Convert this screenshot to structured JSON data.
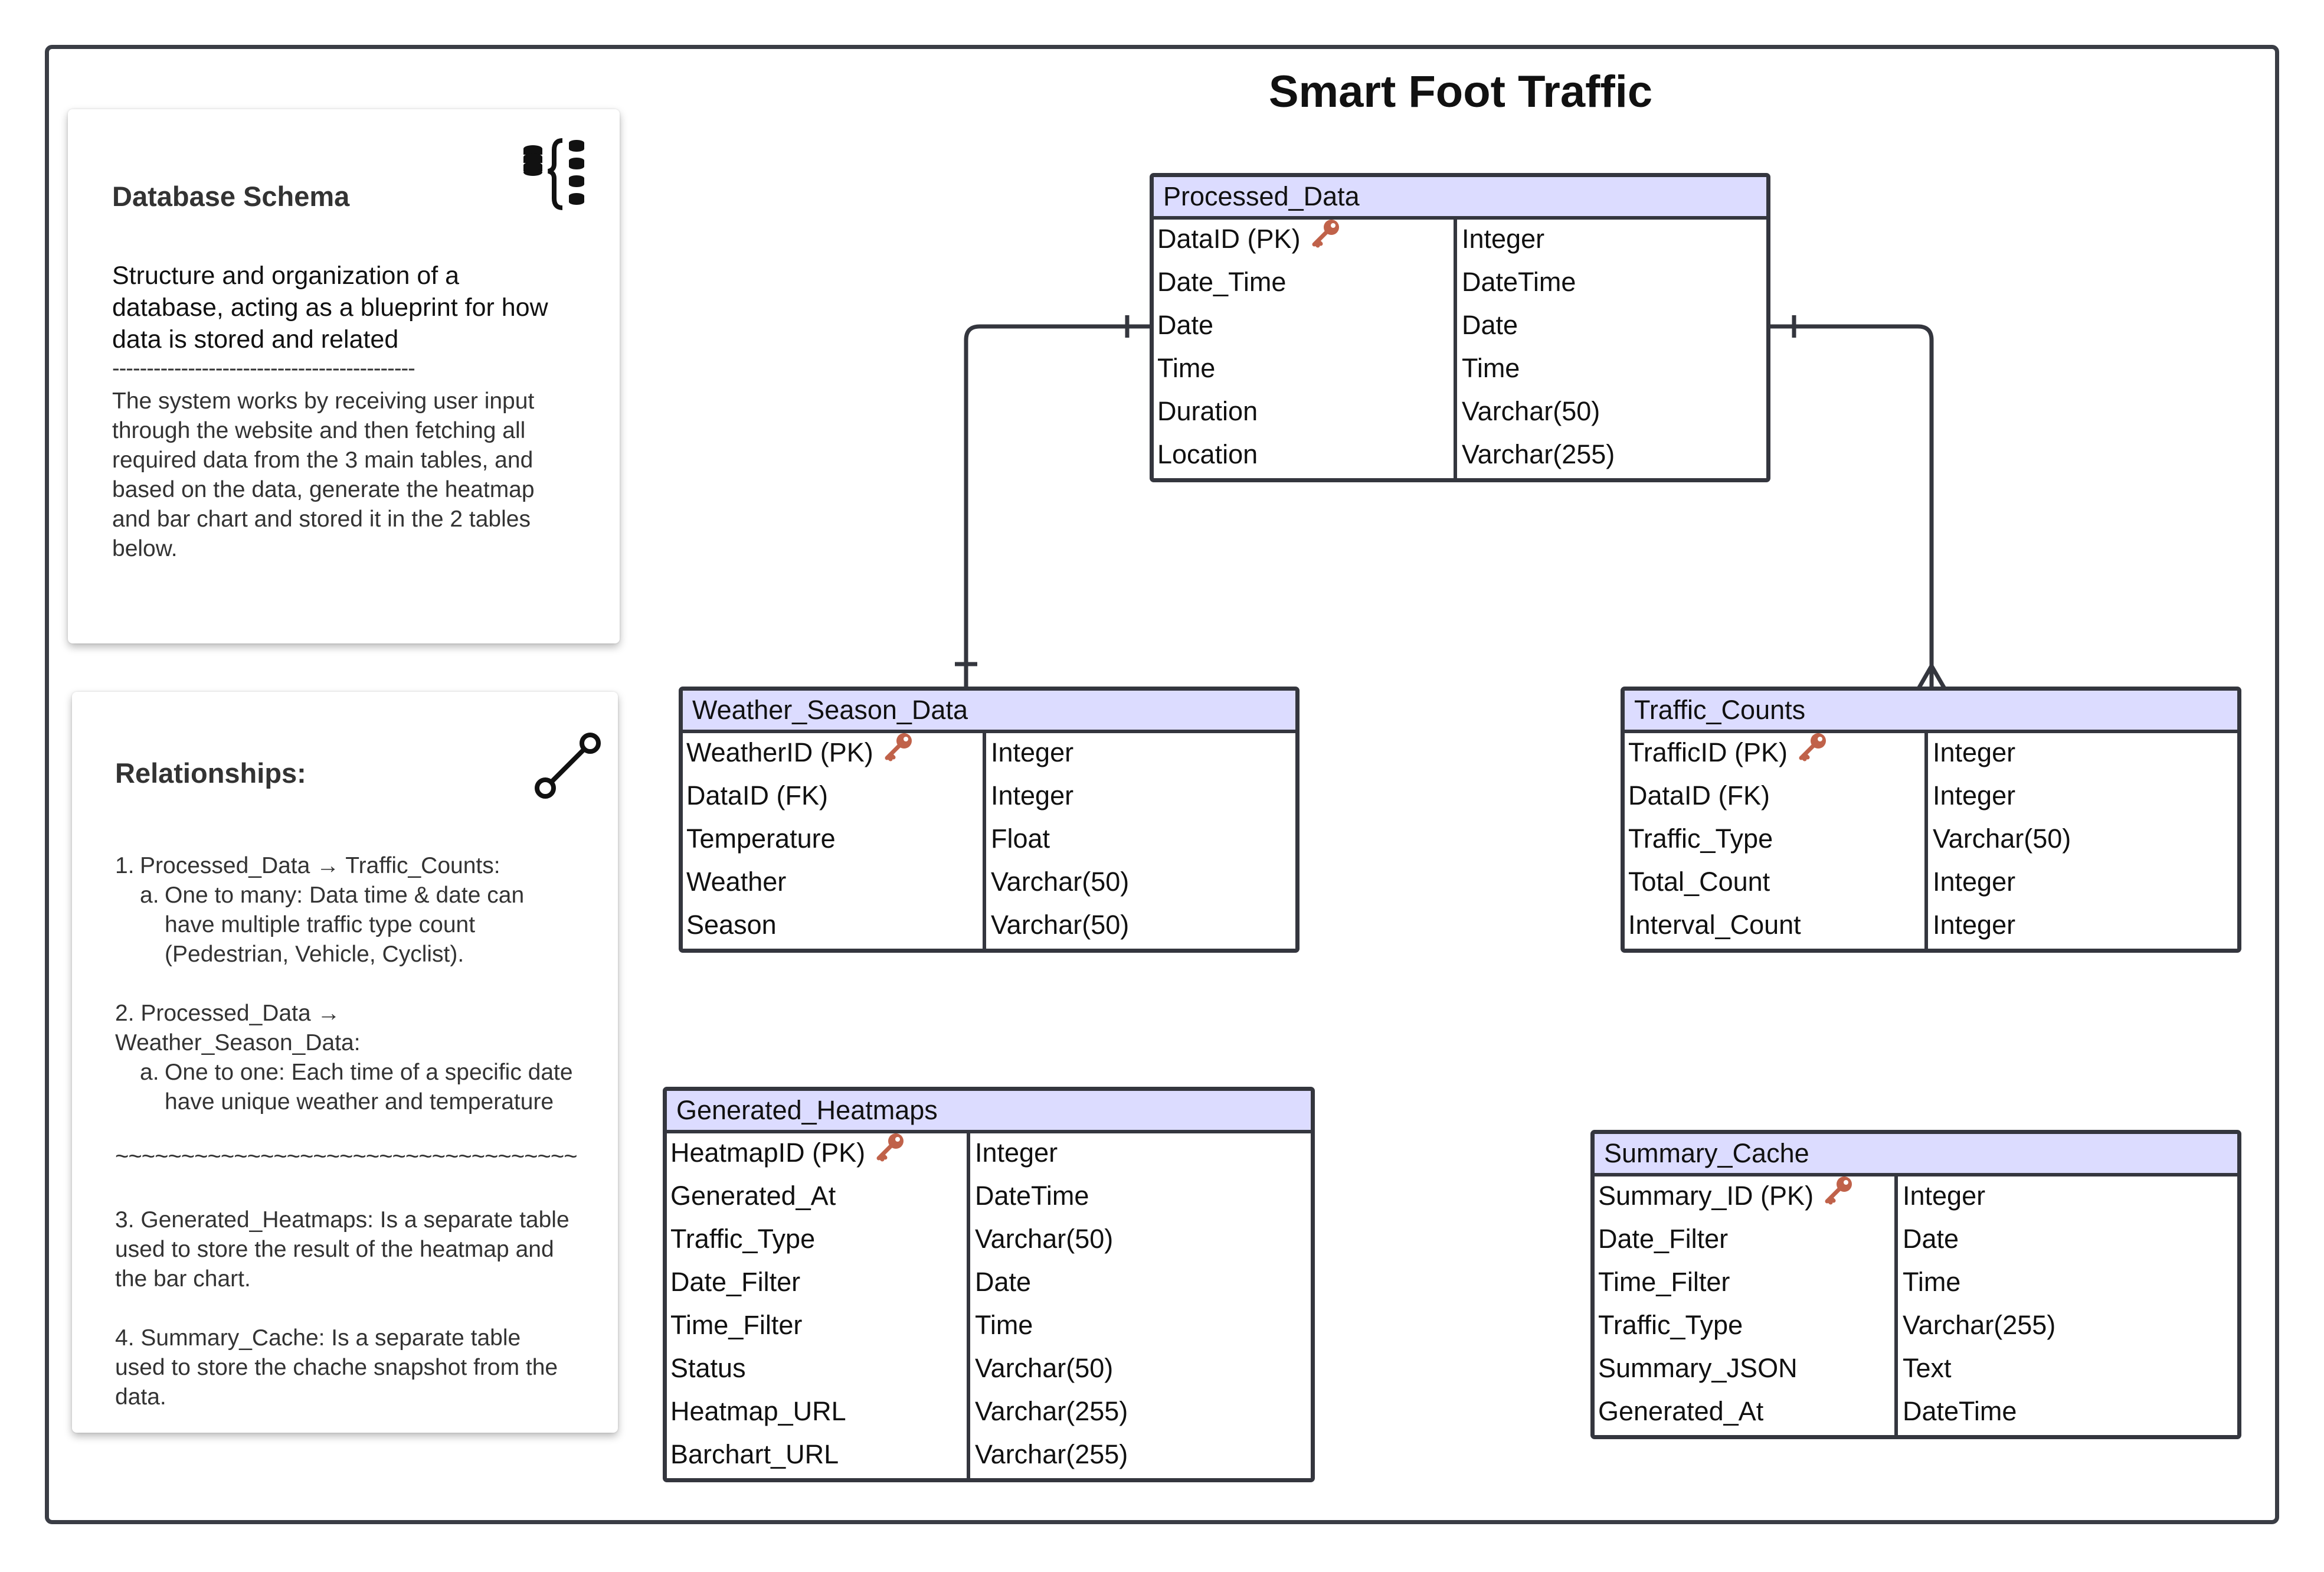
{
  "title": "Smart Foot Traffic",
  "schema_note": {
    "heading": "Database Schema",
    "icon": "database-schema-icon",
    "lead_lines": [
      "Structure and organization of a",
      "database, acting as a blueprint for how",
      "data is stored and related"
    ],
    "rule": "--------------------------------------------",
    "body_lines": [
      "The system works by receiving user input",
      "through the website and then fetching all",
      "required data from the 3 main tables, and",
      "based on the data, generate the heatmap",
      "and bar chart and stored it in the 2 tables",
      "below."
    ]
  },
  "relationships_note": {
    "heading": "Relationships:",
    "icon": "relationship-connector-icon",
    "item1": {
      "num": "1.",
      "text": "Processed_Data → Traffic_Counts:",
      "sub_label": "a.",
      "sub_lines": [
        "One to many: Data time & date can",
        "have multiple traffic type count",
        "(Pedestrian, Vehicle, Cyclist)."
      ]
    },
    "item2": {
      "line1": "2. Processed_Data →",
      "line2": "Weather_Season_Data:",
      "sub_label": "a.",
      "sub_lines": [
        "One to one: Each time of a specific date",
        "have unique weather and temperature"
      ]
    },
    "rule": "~~~~~~~~~~~~~~~~~~~~~~~~~~~~~~~~~~~",
    "item3_lines": [
      "3. Generated_Heatmaps: Is a separate table",
      "used to store the result of the heatmap and",
      "the bar chart."
    ],
    "item4_lines": [
      "4. Summary_Cache: Is a separate table",
      "used to store the chache snapshot from the",
      "data."
    ]
  },
  "tables": {
    "processed_data": {
      "name": "Processed_Data",
      "rows": [
        {
          "field": "DataID (PK)",
          "type": "Integer",
          "pk": true
        },
        {
          "field": "Date_Time",
          "type": "DateTime"
        },
        {
          "field": "Date",
          "type": "Date"
        },
        {
          "field": "Time",
          "type": "Time"
        },
        {
          "field": "Duration",
          "type": "Varchar(50)"
        },
        {
          "field": "Location",
          "type": "Varchar(255)"
        }
      ]
    },
    "weather_season_data": {
      "name": "Weather_Season_Data",
      "rows": [
        {
          "field": "WeatherID (PK)",
          "type": "Integer",
          "pk": true
        },
        {
          "field": "DataID (FK)",
          "type": "Integer"
        },
        {
          "field": "Temperature",
          "type": "Float"
        },
        {
          "field": "Weather",
          "type": "Varchar(50)"
        },
        {
          "field": "Season",
          "type": "Varchar(50)"
        }
      ]
    },
    "traffic_counts": {
      "name": "Traffic_Counts",
      "rows": [
        {
          "field": "TrafficID (PK)",
          "type": "Integer",
          "pk": true
        },
        {
          "field": "DataID (FK)",
          "type": "Integer"
        },
        {
          "field": "Traffic_Type",
          "type": "Varchar(50)"
        },
        {
          "field": "Total_Count",
          "type": "Integer"
        },
        {
          "field": "Interval_Count",
          "type": "Integer"
        }
      ]
    },
    "generated_heatmaps": {
      "name": "Generated_Heatmaps",
      "rows": [
        {
          "field": "HeatmapID (PK)",
          "type": "Integer",
          "pk": true
        },
        {
          "field": "Generated_At",
          "type": "DateTime"
        },
        {
          "field": "Traffic_Type",
          "type": "Varchar(50)"
        },
        {
          "field": "Date_Filter",
          "type": "Date"
        },
        {
          "field": "Time_Filter",
          "type": "Time"
        },
        {
          "field": "Status",
          "type": "Varchar(50)"
        },
        {
          "field": "Heatmap_URL",
          "type": "Varchar(255)"
        },
        {
          "field": "Barchart_URL",
          "type": "Varchar(255)"
        }
      ]
    },
    "summary_cache": {
      "name": "Summary_Cache",
      "rows": [
        {
          "field": "Summary_ID (PK)",
          "type": "Integer",
          "pk": true
        },
        {
          "field": "Date_Filter",
          "type": "Date"
        },
        {
          "field": "Time_Filter",
          "type": "Time"
        },
        {
          "field": "Traffic_Type",
          "type": "Varchar(255)"
        },
        {
          "field": "Summary_JSON",
          "type": "Text"
        },
        {
          "field": "Generated_At",
          "type": "DateTime"
        }
      ]
    }
  },
  "relationships": [
    {
      "from": "Processed_Data",
      "to": "Weather_Season_Data",
      "cardinality": "one-to-one"
    },
    {
      "from": "Processed_Data",
      "to": "Traffic_Counts",
      "cardinality": "one-to-many"
    }
  ],
  "colors": {
    "table_header": "#dcdcff",
    "border": "#34363e",
    "key_icon": "#c0624a"
  }
}
